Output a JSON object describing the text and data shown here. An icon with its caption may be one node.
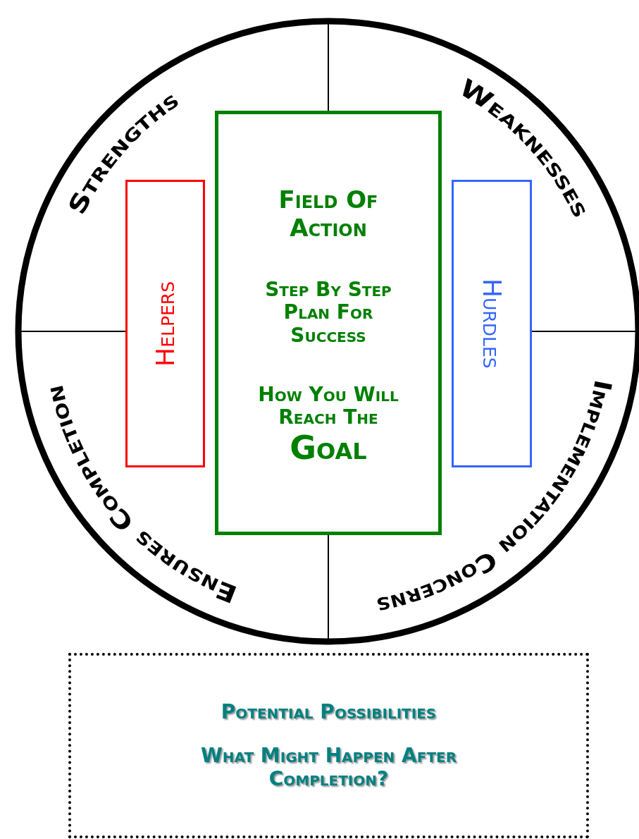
{
  "diagram": {
    "nodes": [
      {
        "text": [
          "Strengths",
          "Weaknesses",
          "Ensures Completion",
          "Implementation Concerns"
        ]
      },
      {
        "text": [
          "Helpers"
        ],
        "in": 0
      },
      {
        "text": [
          "Field Of Action",
          "Step By Step Plan For Success",
          "How You Will Reach The Goal"
        ],
        "in": 0
      },
      {
        "text": [
          "Hurdles"
        ],
        "in": 0
      },
      {
        "text": [
          "Potential Possibilities",
          "What Might Happen After Completion?"
        ]
      }
    ]
  }
}
